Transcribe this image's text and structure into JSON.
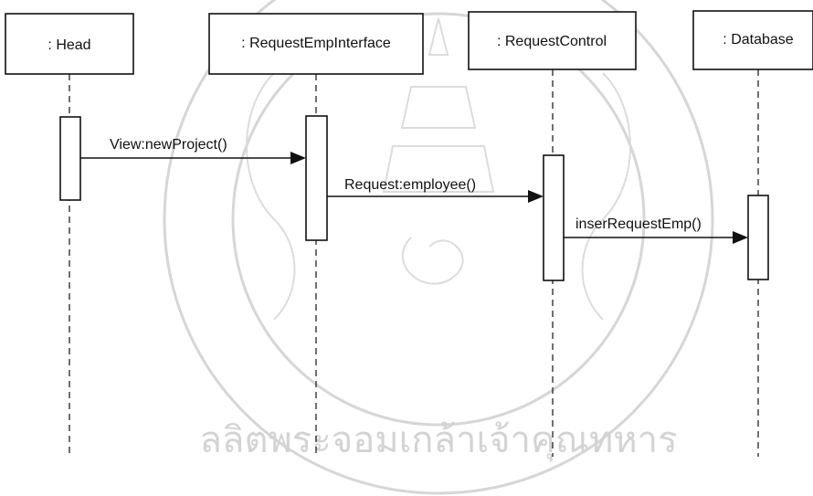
{
  "lifelines": [
    {
      "id": "head",
      "label": ": Head"
    },
    {
      "id": "ui",
      "label": ": RequestEmpInterface"
    },
    {
      "id": "ctrl",
      "label": ": RequestControl"
    },
    {
      "id": "db",
      "label": ": Database"
    }
  ],
  "messages": [
    {
      "from": "head",
      "to": "ui",
      "label": "View:newProject()"
    },
    {
      "from": "ui",
      "to": "ctrl",
      "label": "Request:employee()"
    },
    {
      "from": "ctrl",
      "to": "db",
      "label": "inserRequestEmp()"
    }
  ],
  "watermark": {
    "description": "circular university seal watermark",
    "text": "ลลิตพระจอมเกล้าเจ้าคุณทหาร",
    "color": "#cccccc"
  },
  "colors": {
    "line": "#111111",
    "background": "#ffffff"
  }
}
